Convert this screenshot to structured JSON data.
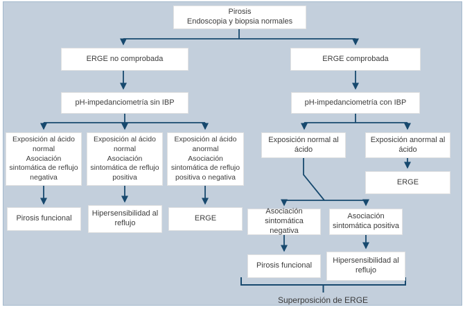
{
  "nodes": {
    "root": "Pirosis\nEndoscopia y biopsia normales",
    "erge_no_comprobada": "ERGE no comprobada",
    "erge_comprobada": "ERGE comprobada",
    "ph_sin_ibp": "pH-impedanciometría sin IBP",
    "ph_con_ibp": "pH-impedanciometría con IBP",
    "exp_acido_normal_negativa": "Exposición al ácido\nnormal\nAsociación\nsintomática de reflujo\nnegativa",
    "exp_acido_normal_positiva": "Exposición al ácido\nnormal\nAsociación\nsintomática de reflujo\npositiva",
    "exp_acido_anormal_pos_neg": "Exposición al ácido\nanormal\nAsociación\nsintomática de reflujo\npositiva o negativa",
    "pirosis_funcional_izq": "Pirosis funcional",
    "hipersensibilidad_izq": "Hipersensibilidad al\nreflujo",
    "erge_izq": "ERGE",
    "exp_normal_acido": "Exposición normal al\nácido",
    "exp_anormal_acido": "Exposición anormal al\nácido",
    "erge_der": "ERGE",
    "asociacion_negativa": "Asociación\nsintomática negativa",
    "asociacion_positiva": "Asociación\nsintomática positiva",
    "pirosis_funcional_der": "Pirosis funcional",
    "hipersensibilidad_der": "Hipersensibilidad al\nreflujo",
    "superposicion": "Superposición de ERGE"
  },
  "colors": {
    "panel_background": "#c3cfdc",
    "panel_border": "#a4b9cc",
    "connector": "#17496e",
    "box_background": "#ffffff",
    "text": "#3b3b3b"
  }
}
